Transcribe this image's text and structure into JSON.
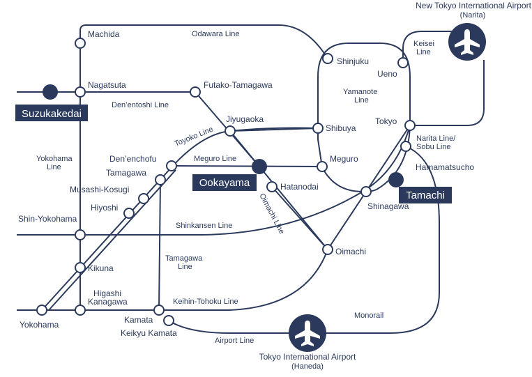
{
  "colors": {
    "line": "#2b3a5c",
    "station_fill": "#ffffff",
    "campus_fill": "#2b3a5c",
    "background": "#ffffff"
  },
  "campuses": {
    "suzukakedai": "Suzukakedai",
    "ookayama": "Ookayama",
    "tamachi": "Tamachi"
  },
  "stations": {
    "machida": "Machida",
    "nagatsuta": "Nagatsuta",
    "futako_tamagawa": "Futako-Tamagawa",
    "jiyugaoka": "Jiyugaoka",
    "shibuya": "Shibuya",
    "shinjuku": "Shinjuku",
    "ueno": "Ueno",
    "tokyo": "Tokyo",
    "meguro": "Meguro",
    "den_enchofu": "Den’enchofu",
    "tamagawa": "Tamagawa",
    "musashi_kosugi": "Musashi-Kosugi",
    "hiyoshi": "Hiyoshi",
    "hatanodai": "Hatanodai",
    "hamamatsucho": "Hamamatsucho",
    "shinagawa": "Shinagawa",
    "shin_yokohama": "Shin-Yokohama",
    "oimachi": "Oimachi",
    "kikuna": "Kikuna",
    "higashi_kanagawa_1": "Higashi",
    "higashi_kanagawa_2": "Kanagawa",
    "yokohama": "Yokohama",
    "kamata": "Kamata",
    "keikyu_kamata": "Keikyu Kamata"
  },
  "lines": {
    "odawara": "Odawara Line",
    "den_entoshi": "Den’entoshi Line",
    "toyoko": "Toyoko Line",
    "meguro": "Meguro Line",
    "yamanote_1": "Yamanote",
    "yamanote_2": "Line",
    "keisei_1": "Keisei",
    "keisei_2": "Line",
    "narita_sobu_1": "Narita Line/",
    "narita_sobu_2": "Sobu Line",
    "yokohama_1": "Yokohama",
    "yokohama_2": "Line",
    "oimachi": "Oimachi Line",
    "shinkansen": "Shinkansen Line",
    "tamagawa_1": "Tamagawa",
    "tamagawa_2": "Line",
    "keihin_tohoku": "Keihin-Tohoku Line",
    "monorail": "Monorail",
    "airport": "Airport Line"
  },
  "airports": {
    "narita_name": "New Tokyo International Airport",
    "narita_sub": "(Narita)",
    "haneda_name": "Tokyo International Airport",
    "haneda_sub": "(Haneda)",
    "icon": "airplane-icon"
  }
}
